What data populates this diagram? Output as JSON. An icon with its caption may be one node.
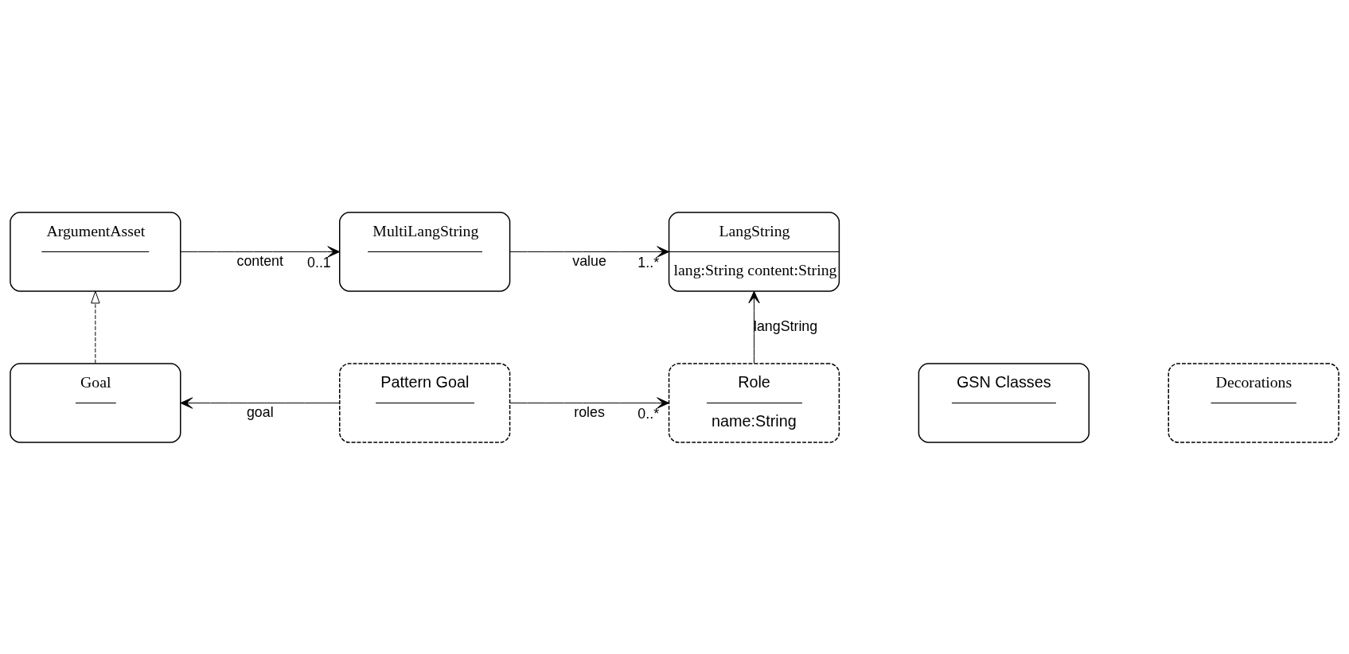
{
  "diagram": {
    "nodes": [
      {
        "text": [
          "ArgumentAsset"
        ]
      },
      {
        "text": [
          "MultiLangString"
        ]
      },
      {
        "text": [
          "LangString",
          "lang:String content:String"
        ]
      },
      {
        "text": [
          "Goal"
        ]
      },
      {
        "text": [
          "Pattern Goal"
        ]
      },
      {
        "text": [
          "Role",
          "name:String"
        ]
      },
      {
        "text": [
          "GSN Classes"
        ]
      },
      {
        "text": [
          "Decorations"
        ]
      }
    ],
    "edges": [
      {
        "from": 0,
        "to": 1,
        "arrow": "to",
        "label": "content"
      },
      {
        "from": 1,
        "to": 2,
        "arrow": "to",
        "label": "value"
      },
      {
        "from": 3,
        "to": 0,
        "arrow": "to",
        "style": "dashed"
      },
      {
        "from": 4,
        "to": 3,
        "arrow": "to",
        "label": "goal"
      },
      {
        "from": 4,
        "to": 5,
        "arrow": "to",
        "label": "roles"
      },
      {
        "from": 5,
        "to": 2,
        "arrow": "to",
        "label": "langString"
      }
    ],
    "labels": [
      "0..1",
      "1..*",
      "0..*"
    ]
  }
}
